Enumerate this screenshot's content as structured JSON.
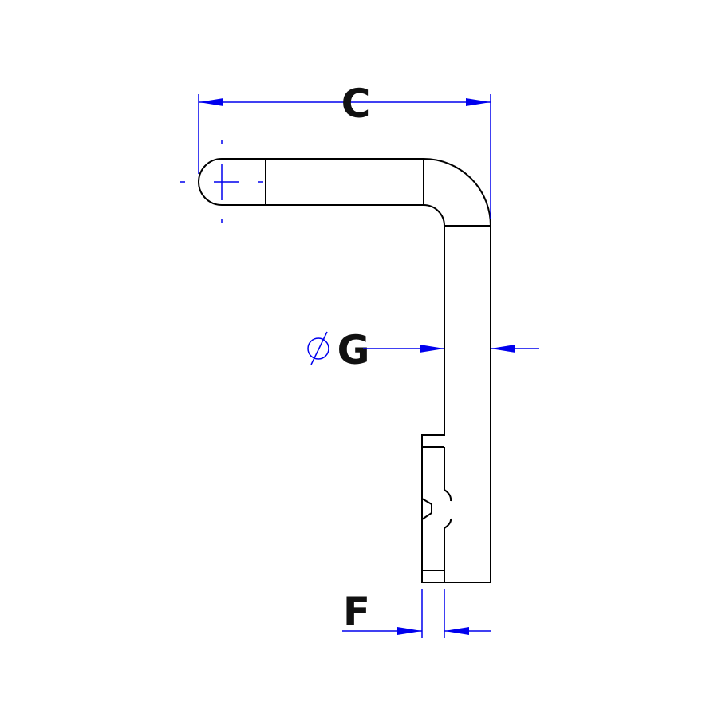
{
  "dimensions": {
    "c_label": "C",
    "g_label": "G",
    "g_prefix_symbol": "diameter",
    "f_label": "F"
  },
  "colors": {
    "part": "#000000",
    "dimension": "#0000ee"
  }
}
